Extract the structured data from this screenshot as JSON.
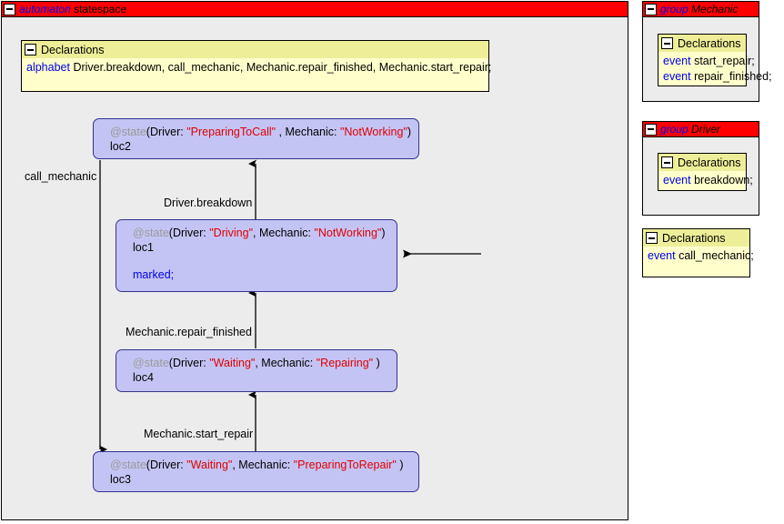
{
  "automaton": {
    "titlebar": {
      "keyword": "automaton",
      "name": "statespace",
      "toggle": "minus-toggle"
    },
    "declarations": {
      "header": "Declarations",
      "lines": [
        {
          "keyword": "alphabet",
          "text": "Driver.breakdown,  call_mechanic,  Mechanic.repair_finished,  Mechanic.start_repair;"
        }
      ]
    },
    "states": [
      {
        "id": "loc2",
        "prefix": "@state",
        "signature": "(Driver: \"PreparingToCall\" , Mechanic: \"NotWorking\")",
        "driver_value": "\"PreparingToCall\"",
        "mechanic_value": "\"NotWorking\"",
        "name": "loc2",
        "marked": ""
      },
      {
        "id": "loc1",
        "prefix": "@state",
        "signature": "(Driver: \"Driving\", Mechanic: \"NotWorking\")",
        "driver_value": "\"Driving\"",
        "mechanic_value": "\"NotWorking\"",
        "name": "loc1",
        "marked": "marked;"
      },
      {
        "id": "loc4",
        "prefix": "@state",
        "signature": "(Driver: \"Waiting\", Mechanic: \"Repairing\" )",
        "driver_value": "\"Waiting\"",
        "mechanic_value": "\"Repairing\"",
        "name": "loc4",
        "marked": ""
      },
      {
        "id": "loc3",
        "prefix": "@state",
        "signature": "(Driver: \"Waiting\", Mechanic: \"PreparingToRepair\" )",
        "driver_value": "\"Waiting\"",
        "mechanic_value": "\"PreparingToRepair\"",
        "name": "loc3",
        "marked": ""
      }
    ],
    "edges": [
      {
        "label": "call_mechanic",
        "from": "loc2",
        "to": "loc3"
      },
      {
        "label": "Driver.breakdown",
        "from": "loc1",
        "to": "loc2"
      },
      {
        "label": "Mechanic.repair_finished",
        "from": "loc4",
        "to": "loc1"
      },
      {
        "label": "Mechanic.start_repair",
        "from": "loc3",
        "to": "loc4"
      }
    ]
  },
  "groups": [
    {
      "keyword": "group",
      "name": "Mechanic",
      "declarations": {
        "header": "Declarations",
        "lines": [
          {
            "keyword": "event",
            "text": "start_repair;"
          },
          {
            "keyword": "event",
            "text": "repair_finished;"
          }
        ]
      }
    },
    {
      "keyword": "group",
      "name": "Driver",
      "declarations": {
        "header": "Declarations",
        "lines": [
          {
            "keyword": "event",
            "text": "breakdown;"
          }
        ]
      }
    }
  ],
  "global_declarations": {
    "header": "Declarations",
    "lines": [
      {
        "keyword": "event",
        "text": "call_mechanic;"
      }
    ]
  },
  "colors": {
    "titlebar": "#ff0000",
    "declaration_bg": "#ffffcc",
    "declaration_header_bg": "#eeee99",
    "state_bg": "#c4c4f4",
    "state_border": "#33338f",
    "canvas_bg": "#ececec",
    "keyword": "#0000ee",
    "value": "#e00000",
    "annotation": "#9a9a9a"
  }
}
